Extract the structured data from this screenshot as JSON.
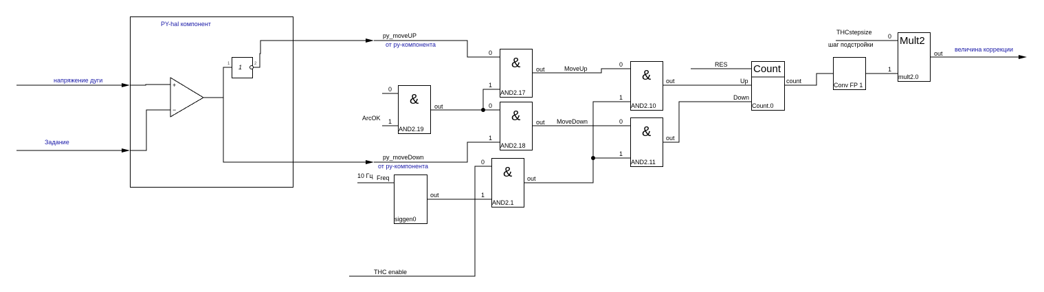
{
  "diagram": {
    "py_component": {
      "title": "PY-hal компонент",
      "inputs": [
        {
          "label": "напряжение дуги",
          "pin": "+"
        },
        {
          "label": "Задание",
          "pin": "−"
        }
      ],
      "not_gate": {
        "symbol": "1",
        "pin_in": "1",
        "pin_out": "2"
      }
    },
    "signals": {
      "move_up": {
        "name": "py_moveUP",
        "note": "от py-компонента"
      },
      "move_down": {
        "name": "py_moveDown",
        "note": "от py-компонента"
      },
      "arc_ok": "ArcOK",
      "freq": "10 Гц",
      "thc_enable": "THC enable",
      "res": "RES",
      "moveup_net": "MoveUp",
      "movedown_net": "MoveDown",
      "step_size": "THCstepsize",
      "step_size_note": "шаг подстройки",
      "output": "величина коррекции"
    },
    "blocks": {
      "and2_19": {
        "symbol": "&",
        "name": "AND2.19",
        "in0": "0",
        "in1": "1",
        "out": "out"
      },
      "and2_17": {
        "symbol": "&",
        "name": "AND2.17",
        "in0": "0",
        "in1": "1",
        "out": "out"
      },
      "and2_18": {
        "symbol": "&",
        "name": "AND2.18",
        "in0": "0",
        "in1": "1",
        "out": "out"
      },
      "and2_1": {
        "symbol": "&",
        "name": "AND2.1",
        "in0": "0",
        "in1": "1",
        "out": "out"
      },
      "and2_10": {
        "symbol": "&",
        "name": "AND2.10",
        "in0": "0",
        "in1": "1",
        "out": "out"
      },
      "and2_11": {
        "symbol": "&",
        "name": "AND2.11",
        "in0": "0",
        "in1": "1",
        "out": "out"
      },
      "siggen": {
        "name": "siggen0",
        "in": "Freq",
        "out": "out"
      },
      "count": {
        "title": "Count",
        "name": "Count.0",
        "up": "Up",
        "down": "Down",
        "out": "count"
      },
      "conv": {
        "name": "Conv FP 1"
      },
      "mult": {
        "title": "Mult2",
        "name": "mult2.0",
        "in0": "0",
        "in1": "1",
        "out": "out"
      }
    }
  }
}
